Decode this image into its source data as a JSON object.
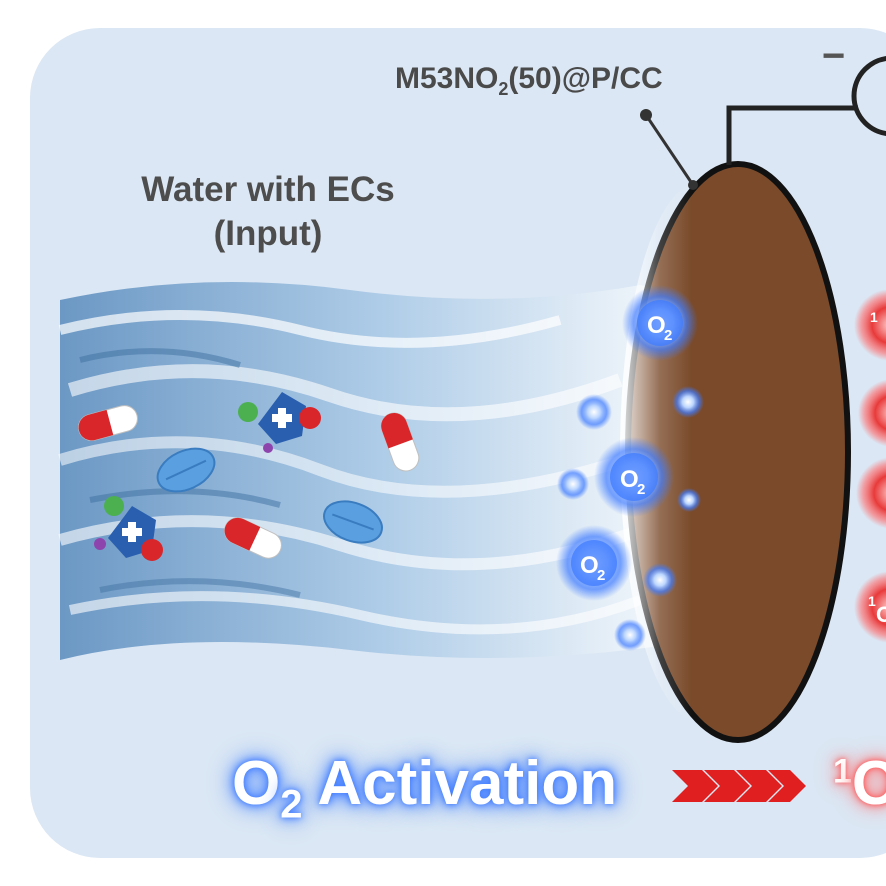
{
  "electrode": {
    "label_main": "M53NO",
    "label_sub": "2",
    "label_rest": "(50)@P/CC",
    "color": "#7a4a2a"
  },
  "input": {
    "line1": "Water with ECs",
    "line2": "(Input)"
  },
  "activation": {
    "prefix": "O",
    "sub": "2",
    "text": " Activation"
  },
  "product": {
    "sup": "1",
    "text": "O"
  },
  "circuit": {
    "minus": "−"
  },
  "bubbles": {
    "o2_main": "O",
    "o2_sub": "2",
    "red_sup": "1",
    "red_text": "O"
  },
  "colors": {
    "panel": "#dbe7f4",
    "glow_blue": "#3f7bff",
    "glow_red": "#ff4a4a",
    "arrow_red": "#e02020"
  },
  "icons": [
    "pill-capsule-icon",
    "tablet-icon",
    "pathogen-icon",
    "singlet-oxygen-icon"
  ]
}
